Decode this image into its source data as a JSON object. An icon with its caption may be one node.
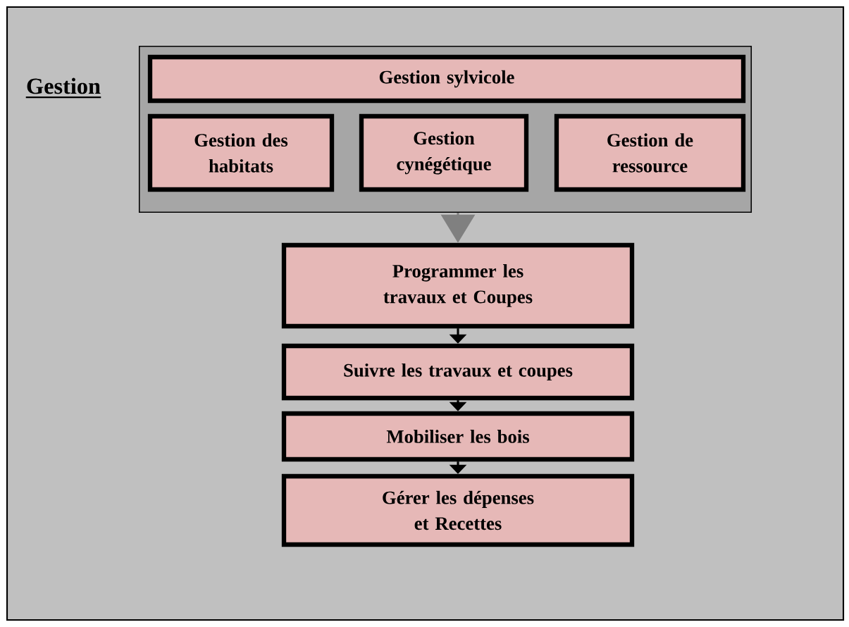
{
  "diagram": {
    "nodes": [
      {
        "text": [
          "Gestion"
        ]
      },
      {
        "text": [],
        "shape": "box",
        "in": 0
      },
      {
        "text": [
          "Gestion sylvicole"
        ],
        "in": 1
      },
      {
        "text": [
          "Gestion des habitats"
        ],
        "in": 1
      },
      {
        "text": [
          "Gestion cynégétique"
        ],
        "in": 1
      },
      {
        "text": [
          "Gestion de ressource"
        ],
        "in": 1
      },
      {
        "text": [
          "Programmer les travaux et Coupes"
        ],
        "in": 0
      },
      {
        "text": [
          "Suivre les travaux et coupes"
        ],
        "in": 0
      },
      {
        "text": [
          "Mobiliser les bois"
        ],
        "in": 0
      },
      {
        "text": [
          "Gérer les dépenses et Recettes"
        ],
        "in": 0
      }
    ],
    "edges": [
      {
        "from": 1,
        "to": 6,
        "arrow": "to",
        "color": "#808080"
      },
      {
        "from": 6,
        "to": 7,
        "arrow": "to"
      },
      {
        "from": 7,
        "to": 8,
        "arrow": "to"
      },
      {
        "from": 8,
        "to": 9,
        "arrow": "to"
      }
    ]
  }
}
